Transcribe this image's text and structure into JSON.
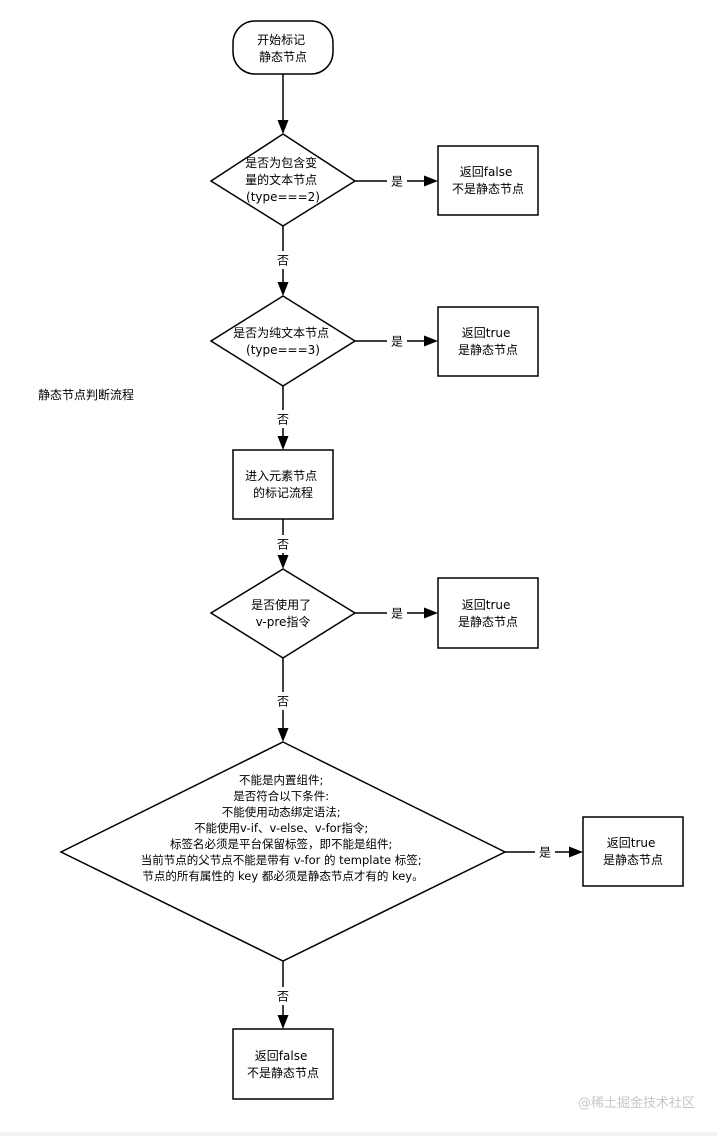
{
  "note": "静态节点判断流程",
  "watermark": "@稀土掘金技术社区",
  "nodes": [
    {
      "id": "start",
      "lines": [
        "开始标记",
        "静态节点"
      ]
    },
    {
      "id": "q1",
      "lines": [
        "是否为包含变",
        "量的文本节点",
        "(type===2)"
      ]
    },
    {
      "id": "r1",
      "lines": [
        "返回false",
        "不是静态节点"
      ]
    },
    {
      "id": "q2",
      "lines": [
        "是否为纯文本节点",
        "(type===3)"
      ]
    },
    {
      "id": "r2",
      "lines": [
        "返回true",
        "是静态节点"
      ]
    },
    {
      "id": "p1",
      "lines": [
        "进入元素节点",
        "的标记流程"
      ]
    },
    {
      "id": "q3",
      "lines": [
        "是否使用了",
        "v-pre指令"
      ]
    },
    {
      "id": "r3",
      "lines": [
        "返回true",
        "是静态节点"
      ]
    },
    {
      "id": "q4",
      "lines": [
        "不能是内置组件;",
        "是否符合以下条件:",
        "不能使用动态绑定语法;",
        "不能使用v-if、v-else、v-for指令;",
        "标签名必须是平台保留标签，即不能是组件;",
        "当前节点的父节点不能是带有 v-for 的 template 标签;",
        "节点的所有属性的 key 都必须是静态节点才有的 key。"
      ]
    },
    {
      "id": "r4",
      "lines": [
        "返回true",
        "是静态节点"
      ]
    },
    {
      "id": "r5",
      "lines": [
        "返回false",
        "不是静态节点"
      ]
    }
  ],
  "edges": [
    {
      "id": "start-q1",
      "from": "start",
      "to": "q1",
      "label": ""
    },
    {
      "id": "q1-r1",
      "from": "q1",
      "to": "r1",
      "label": "是"
    },
    {
      "id": "q1-q2",
      "from": "q1",
      "to": "q2",
      "label": "否"
    },
    {
      "id": "q2-r2",
      "from": "q2",
      "to": "r2",
      "label": "是"
    },
    {
      "id": "q2-p1",
      "from": "q2",
      "to": "p1",
      "label": "否"
    },
    {
      "id": "p1-q3",
      "from": "p1",
      "to": "q3",
      "label": "否"
    },
    {
      "id": "q3-r3",
      "from": "q3",
      "to": "r3",
      "label": "是"
    },
    {
      "id": "q3-q4",
      "from": "q3",
      "to": "q4",
      "label": "否"
    },
    {
      "id": "q4-r4",
      "from": "q4",
      "to": "r4",
      "label": "是"
    },
    {
      "id": "q4-r5",
      "from": "q4",
      "to": "r5",
      "label": "否"
    }
  ]
}
